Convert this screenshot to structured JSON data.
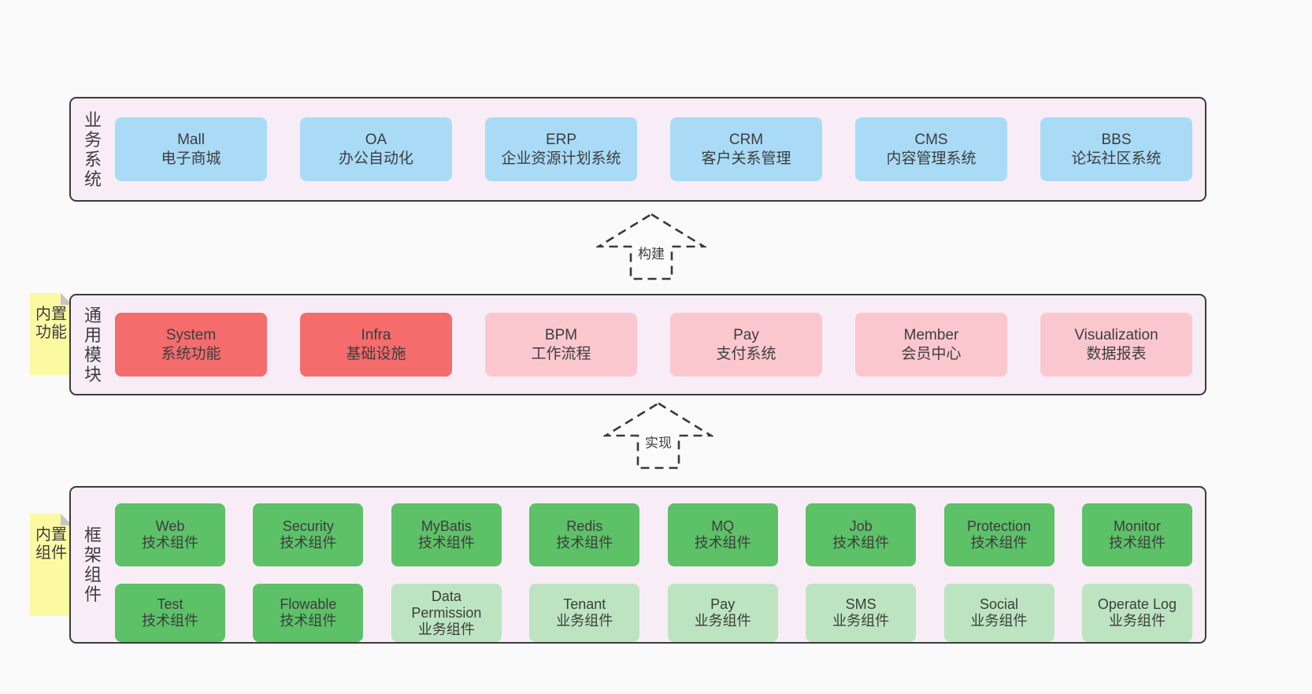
{
  "colors": {
    "page_bg": "#fafafa",
    "layer_bg": "#f8edf6",
    "layer_border": "#3c3c3c",
    "box_blue": "#a9dbf6",
    "box_red": "#f46c6c",
    "box_pink": "#fbc7cf",
    "box_green": "#5dc168",
    "box_green_light": "#bce4c0",
    "note_yellow": "#fbfaa3",
    "note_fold": "#c6c6c6",
    "text": "#3d3d3d"
  },
  "layers": {
    "business": {
      "label": "业务系统",
      "boxes": [
        {
          "title": "Mall",
          "subtitle": "电子商城"
        },
        {
          "title": "OA",
          "subtitle": "办公自动化"
        },
        {
          "title": "ERP",
          "subtitle": "企业资源计划系统"
        },
        {
          "title": "CRM",
          "subtitle": "客户关系管理"
        },
        {
          "title": "CMS",
          "subtitle": "内容管理系统"
        },
        {
          "title": "BBS",
          "subtitle": "论坛社区系统"
        }
      ]
    },
    "modules": {
      "label": "通用模块",
      "note": "内置功能",
      "boxes": [
        {
          "title": "System",
          "subtitle": "系统功能"
        },
        {
          "title": "Infra",
          "subtitle": "基础设施"
        },
        {
          "title": "BPM",
          "subtitle": "工作流程"
        },
        {
          "title": "Pay",
          "subtitle": "支付系统"
        },
        {
          "title": "Member",
          "subtitle": "会员中心"
        },
        {
          "title": "Visualization",
          "subtitle": "数据报表"
        }
      ]
    },
    "framework": {
      "label": "框架组件",
      "note": "内置组件",
      "row1": [
        {
          "title": "Web",
          "subtitle": "技术组件"
        },
        {
          "title": "Security",
          "subtitle": "技术组件"
        },
        {
          "title": "MyBatis",
          "subtitle": "技术组件"
        },
        {
          "title": "Redis",
          "subtitle": "技术组件"
        },
        {
          "title": "MQ",
          "subtitle": "技术组件"
        },
        {
          "title": "Job",
          "subtitle": "技术组件"
        },
        {
          "title": "Protection",
          "subtitle": "技术组件"
        },
        {
          "title": "Monitor",
          "subtitle": "技术组件"
        }
      ],
      "row2": [
        {
          "title": "Test",
          "subtitle": "技术组件"
        },
        {
          "title": "Flowable",
          "subtitle": "技术组件"
        },
        {
          "title": "Data Permission",
          "subtitle": "业务组件"
        },
        {
          "title": "Tenant",
          "subtitle": "业务组件"
        },
        {
          "title": "Pay",
          "subtitle": "业务组件"
        },
        {
          "title": "SMS",
          "subtitle": "业务组件"
        },
        {
          "title": "Social",
          "subtitle": "业务组件"
        },
        {
          "title": "Operate Log",
          "subtitle": "业务组件"
        }
      ]
    }
  },
  "arrows": {
    "build": {
      "label": "构建"
    },
    "implement": {
      "label": "实现"
    }
  }
}
